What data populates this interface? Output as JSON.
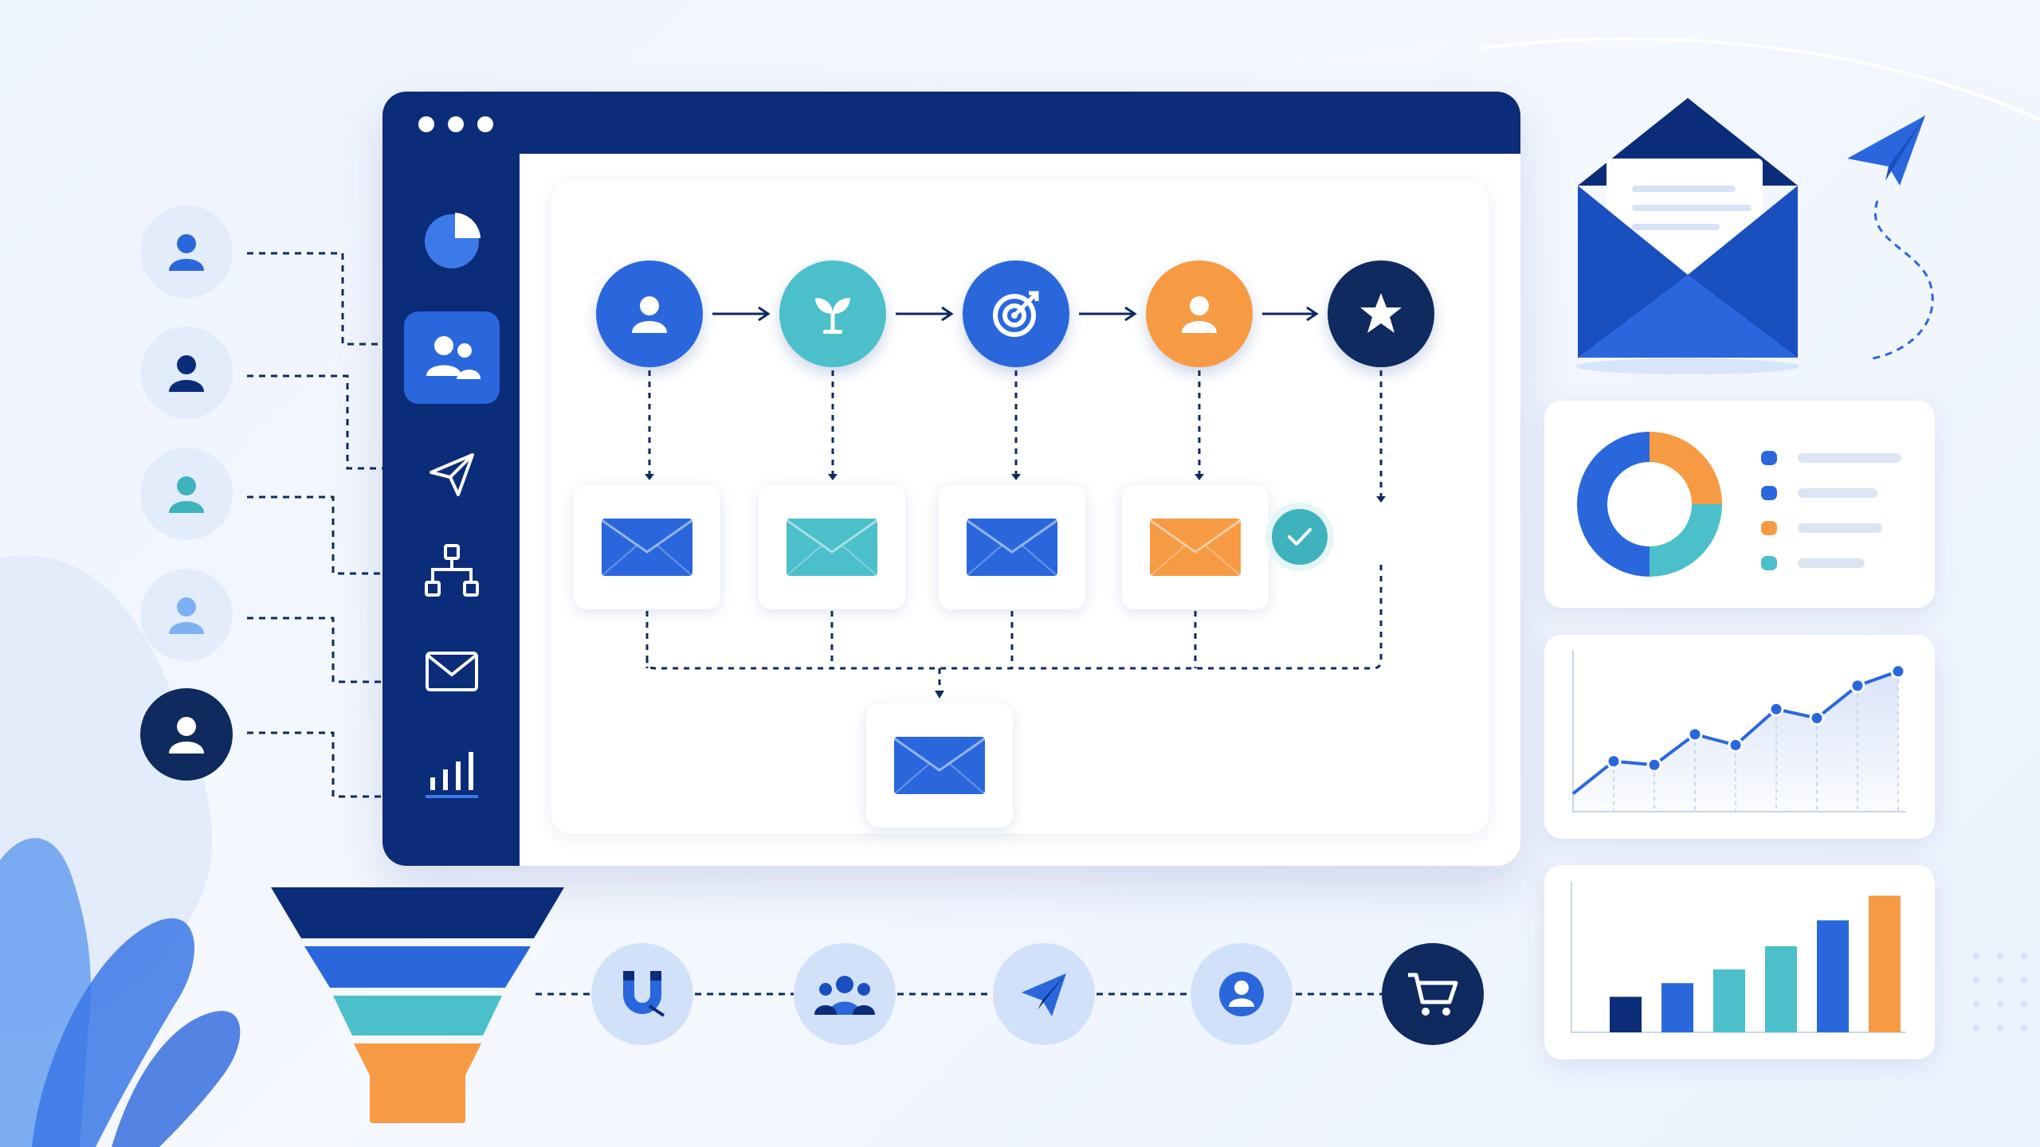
{
  "colors": {
    "navy": "#0b2c79",
    "deep_navy": "#0f2a5f",
    "blue": "#2a67dd",
    "teal": "#4bbfca",
    "orange": "#f79a44",
    "light_blue": "#7fb0f4",
    "panel_bg": "#ffffff"
  },
  "window": {
    "controls": [
      "dot",
      "dot",
      "dot"
    ],
    "sidebar": [
      {
        "icon": "pie-chart-icon",
        "active": false
      },
      {
        "icon": "users-icon",
        "active": true
      },
      {
        "icon": "send-icon",
        "active": false
      },
      {
        "icon": "hierarchy-icon",
        "active": false
      },
      {
        "icon": "mail-icon",
        "active": false
      },
      {
        "icon": "bar-chart-icon",
        "active": false
      }
    ]
  },
  "workflow": {
    "stages": [
      {
        "icon": "user-icon",
        "color": "#2a67dd"
      },
      {
        "icon": "sprout-icon",
        "color": "#4bbfca"
      },
      {
        "icon": "target-icon",
        "color": "#2a67dd"
      },
      {
        "icon": "user-icon",
        "color": "#f79a44"
      },
      {
        "icon": "star-icon",
        "color": "#0f2a5f"
      }
    ],
    "emails": [
      {
        "icon": "envelope-icon",
        "color": "#2a67dd"
      },
      {
        "icon": "envelope-icon",
        "color": "#4bbfca"
      },
      {
        "icon": "envelope-icon",
        "color": "#2a67dd"
      },
      {
        "icon": "envelope-icon",
        "color": "#f79a44"
      }
    ],
    "completion_icon": "check-icon",
    "merged_email": {
      "icon": "envelope-icon",
      "color": "#2a67dd"
    }
  },
  "contacts": [
    {
      "icon": "user-icon",
      "color": "#2a67dd"
    },
    {
      "icon": "user-icon",
      "color": "#0b2c79"
    },
    {
      "icon": "user-icon",
      "color": "#3fb3bd"
    },
    {
      "icon": "user-icon",
      "color": "#7fb0f4"
    },
    {
      "icon": "user-icon",
      "color": "#ffffff"
    }
  ],
  "funnel": {
    "layers": [
      "#0b2c79",
      "#2a67dd",
      "#4bbfca",
      "#f79a44"
    ],
    "stages": [
      {
        "icon": "magnet-icon"
      },
      {
        "icon": "group-icon"
      },
      {
        "icon": "paper-plane-icon"
      },
      {
        "icon": "user-circle-icon"
      },
      {
        "icon": "cart-icon"
      }
    ]
  },
  "donut_panel": {
    "chart_data": {
      "type": "pie",
      "values": [
        50,
        25,
        25
      ],
      "colors": [
        "#2a67dd",
        "#f79a44",
        "#4bbfca"
      ]
    },
    "legend": [
      {
        "color": "#2a67dd"
      },
      {
        "color": "#2a67dd"
      },
      {
        "color": "#f79a44"
      },
      {
        "color": "#4bbfca"
      }
    ]
  },
  "line_panel": {
    "chart_data": {
      "type": "line",
      "x": [
        1,
        2,
        3,
        4,
        5,
        6,
        7,
        8,
        9
      ],
      "values": [
        10,
        28,
        26,
        43,
        37,
        57,
        52,
        70,
        78
      ],
      "ylim": [
        0,
        85
      ]
    }
  },
  "bar_panel": {
    "chart_data": {
      "type": "bar",
      "values": [
        26,
        36,
        46,
        63,
        82,
        100
      ],
      "colors": [
        "#0b2c79",
        "#2a67dd",
        "#4bbfca",
        "#4bbfca",
        "#2a67dd",
        "#f79a44"
      ],
      "ylim": [
        0,
        105
      ]
    }
  },
  "hero_envelope": {
    "icon": "open-envelope-icon",
    "accent_icon": "paper-plane-icon"
  }
}
